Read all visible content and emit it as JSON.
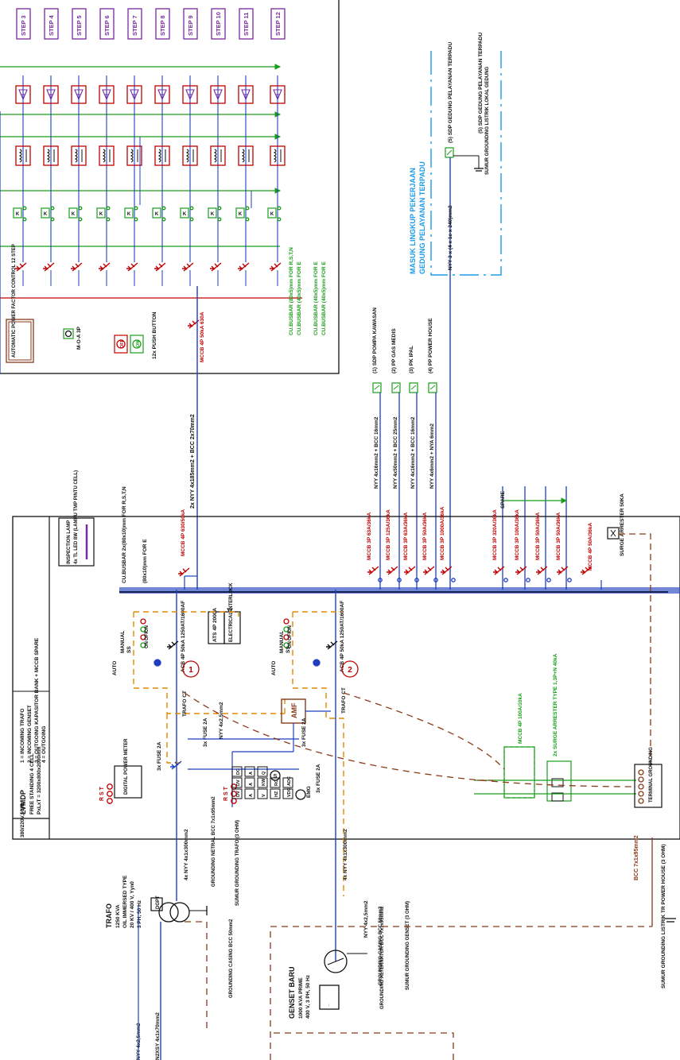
{
  "colors": {
    "blue": "#1f3fbf",
    "green": "#1a9e1a",
    "red": "#c00000",
    "brown": "#8b3a1a",
    "orange": "#e08a00",
    "purple": "#7a2aa0",
    "cyan": "#1e9be8",
    "black": "#111111"
  },
  "capacitor_panel": {
    "steps": [
      "STEP 3",
      "STEP 4",
      "STEP 5",
      "STEP 6",
      "STEP 7",
      "STEP 8",
      "STEP 9",
      "STEP 10",
      "STEP 11",
      "STEP 12"
    ],
    "apfc_label": "AUTOMATIC POWER FACTOR CONTROL 12 STEP",
    "selector_label": "M-O-A 3P",
    "off_label": "OFF",
    "on_label": "ON",
    "push_button_label": "12x PUSH BUTTON",
    "busbar_rstn": "CU.BUSBAR (80x5)mm FOR R,S,T,N",
    "busbar_e": "CU.BUSBAR (40x5)mm FOR E",
    "mccb_main": "MCCB 4P 50kA 630A",
    "contactor_letter": "K"
  },
  "feeder_cable": "2x NYY 4x185mm2 + BCC 2x70mm2",
  "outgoing": {
    "cables": [
      "NYY 4x16mm2 + BCC 16mm2",
      "NYY 4x50mm2 + BCC 25mm2",
      "NYY 4x16mm2 + BCC 16mm2",
      "NYY 4x6mm2 + NYA 6mm2"
    ],
    "loads": [
      "(1) SDP POMPA KAWASAN",
      "(2) PP GAS MEDIS",
      "(3) PK IPAL",
      "(4) PP POWER HOUSE"
    ],
    "main_cable": "NYY 3 x (4 x 1c x 240)mm2",
    "main_load": "(5) SDP GEDUNG PELAYANAN TERPADU",
    "scope_title_1": "MASUK LINGKUP PEKERJAAN",
    "scope_title_2": "GEDUNG PELAYANAN TERPADU",
    "sumur_gedung": "SUMUR GROUNDING LISTRIK LOKAL GEDUNG"
  },
  "lvmdp": {
    "title": "LVMDP",
    "desc_1": "FREE STANDING 4 CELL",
    "desc_2": "PxLxT = 3200x800x2000mm",
    "voltage": "380/220V,50Hz",
    "legend": [
      "1 = INCOMING TRAFO",
      "2 = INCOMING GENSET",
      "3 = OUTGOING KAPASITOR BANK + MCCB SPARE",
      "4 = OUTGOING"
    ],
    "inspection_1": "INSPECTION LAMP :",
    "inspection_2": "4x TL LED 8W (LAMPU TMP PINTU CELL)",
    "busbar_main": "CU.BUSBAR 2x(80x10)mm FOR R,S,T,N",
    "busbar_e": "(80x10)mm FOR E",
    "mccb_cap": "MCCB 4P 630/50kA",
    "mccb_out": [
      "MCCB 3P 63A/36kA",
      "MCCB 3P 125A/36kA",
      "MCCB 3P 63A/36kA",
      "MCCB 3P 50A/36kA",
      "MCCB 3P 1000A/36kA"
    ],
    "spare_label": "SPARE",
    "mccb_spare": [
      "MCCB 3P 320A/36kA",
      "MCCB 3P 100A/36kA",
      "MCCB 3P 50A/36kA",
      "MCCB 3P 50A/36kA"
    ],
    "surge_mccb": "MCCB 4P 50A/36kA",
    "surge_arrester": "SURGE ARRESTER 50KA",
    "acb1": "ACB 4P 50kA 1250AT/1600AF",
    "acb2": "ACB 4P 50kA 1250AT/1600AF",
    "ats": "ATS 4P 2000A",
    "interlock": "ELECTRICAL INTERLOCK",
    "lamps": [
      "ON",
      "OFF",
      "ON"
    ],
    "auto": "AUTO",
    "manual": "MANUAL",
    "ss": "SS",
    "amf": "AMF",
    "trafo_ct": "TRAFO CT",
    "fuse_3x": "3x FUSE 2A",
    "nyy_small": "NYY 4x2,5mm2",
    "rst": "R S T",
    "digital_meter": "DIGITAL POWER METER",
    "genset_panel": [
      "DV",
      "DV",
      "DC",
      "A",
      "A",
      "A",
      "V",
      "KW",
      "Q",
      "HZ",
      "RC",
      "VDC",
      "ADC"
    ],
    "emg": "EMG",
    "s_label": "S",
    "mccb_sa": "MCCB 4P 100A/10kA",
    "sa_2x": "2x SURGE ARRESTER TYPE 1,3P+N 40kA",
    "terminal_grounding": "TERMINAL GROUNDING",
    "circle_1": "1",
    "circle_2": "2"
  },
  "bottom": {
    "trafo_title": "TRAFO",
    "trafo_spec": [
      "1250 KVA",
      "OIL IMMERSED TYPE",
      "20 KV / 400 V, Yyn0",
      "3 PH, 50 Hz"
    ],
    "dgpt": "DGPT",
    "trafo_cable": "4x NYY 4x1x300mm2",
    "grounding_netral": "GROUNDING NETRAL BCC 7x1x95mm2",
    "sumur_trafo": "SUMUR GROUNDING TRAFO (3 OHM)",
    "grounding_casing_trafo": "GROUNDING CASING BCC 50mm2",
    "n2xsy": "N2XSY 4x1x70mm2",
    "nyy_trafo": "NYY 4x2,5mm2",
    "genset_title": "GENSET BARU",
    "genset_spec": [
      "1000 KVA PRIME",
      "400 V, 3 PH, 50 Hz"
    ],
    "genset_cable": "4x NYY 4x1x300mm2",
    "grounding_casing_gen": "GROUNDING CASING BCC 50mm2",
    "grounding_alternator": "GROUNDING ALTERNATOR BCC 7x1x95mm2",
    "sumur_genset": "SUMUR GROUNDING GENSET (3 OHM)",
    "nyy_genset": "NYY 4x2,5mm2",
    "bcc_main": "BCC 7x1x95mm2",
    "sumur_power_house": "SUMUR GROUNDING LISTRIK TR POWER HOUSE (3 OHM)"
  }
}
